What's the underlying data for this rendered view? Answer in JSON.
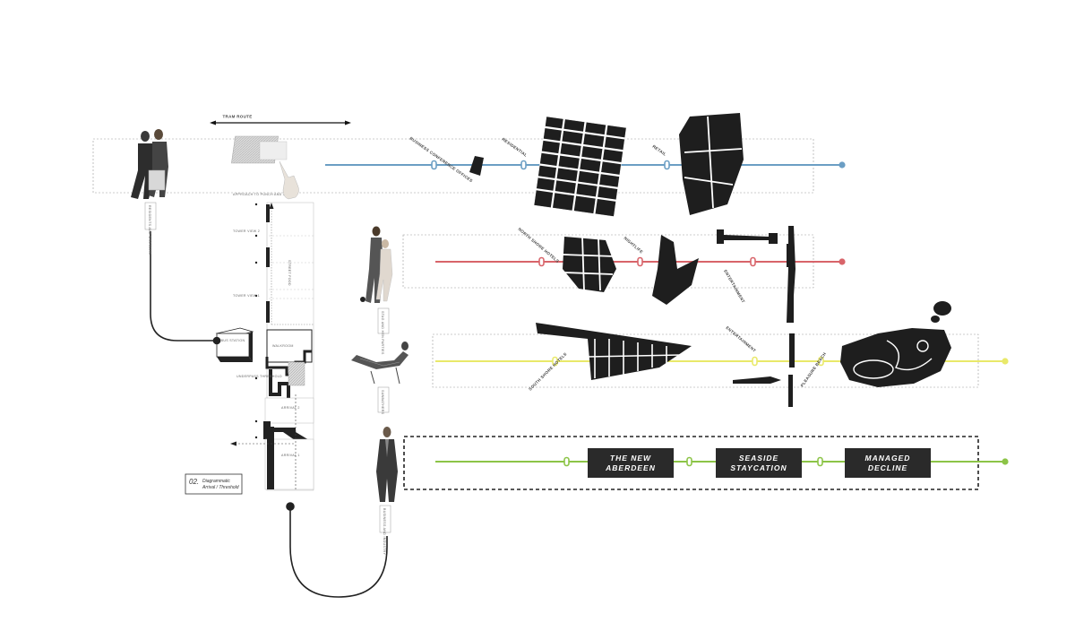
{
  "colors": {
    "blue": "#6b9ec4",
    "red": "#d8646a",
    "yellow": "#e9e96a",
    "green": "#8cc447",
    "ink": "#222222",
    "box": "#2a2a2a"
  },
  "tram": {
    "label": "TRAM ROUTE"
  },
  "legend": {
    "number": "02.",
    "line1": "Diagrammatic",
    "line2": "Arrival / Threshold"
  },
  "section": {
    "labels": {
      "approach": "APPROACH TO PUNCH AND JUDY",
      "tower2": "TOWER VIEW 2",
      "tower1": "TOWER VIEW 1",
      "street": "STREET FOOD",
      "bus": "BUS STATION",
      "walkroom": "WALKROOM",
      "underpass": "UNDERPASS THRESHOLD",
      "arrival2": "ARRIVAL 2",
      "arrival1": "ARRIVAL 1"
    }
  },
  "personas": [
    {
      "tag": "RESIDENTS AND WORKERS",
      "icon": "couple-walking-figure"
    },
    {
      "tag": "STAG AND HEN PARTIES",
      "icon": "party-couple-figure"
    },
    {
      "tag": "SUNBATHERS",
      "icon": "lounging-figure"
    },
    {
      "tag": "BUSINESS AND INDUSTRY",
      "icon": "businessman-figure"
    }
  ],
  "routes": {
    "blue": {
      "labels": [
        "BUSINESS CONFERENCE OFFICES",
        "RESIDENTIAL",
        "RETAIL"
      ]
    },
    "red": {
      "labels": [
        "NORTH SHORE HOTELS",
        "NIGHTLIFE",
        "ENTERTAINMENT"
      ]
    },
    "yellow": {
      "labels": [
        "SOUTH SHORE HOTELS",
        "ENTERTAINMENT",
        "PLEASURE BEACH"
      ]
    },
    "green": {
      "boxes": [
        {
          "line1": "THE NEW",
          "line2": "ABERDEEN"
        },
        {
          "line1": "SEASIDE",
          "line2": "STAYCATION"
        },
        {
          "line1": "MANAGED",
          "line2": "DECLINE"
        }
      ]
    }
  }
}
